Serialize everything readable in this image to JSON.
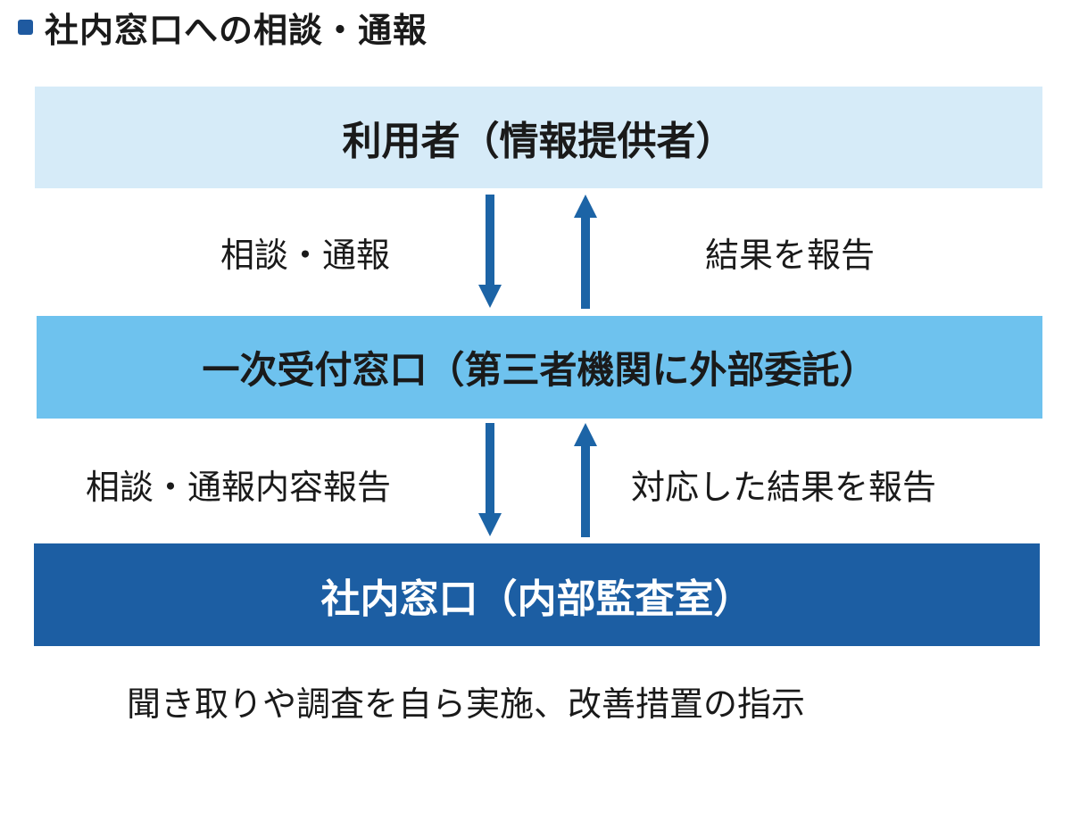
{
  "title": "社内窓口への相談・通報",
  "boxes": {
    "top": "利用者（情報提供者）",
    "middle": "一次受付窓口（第三者機関に外部委託）",
    "bottom": "社内窓口（内部監査室）"
  },
  "labels": {
    "top_to_middle": "相談・通報",
    "middle_to_top": "結果を報告",
    "middle_to_bottom": "相談・通報内容報告",
    "bottom_to_middle": "対応した結果を報告"
  },
  "footer": "聞き取りや調査を自ら実施、改善措置の指示",
  "colors": {
    "bullet": "#1f5aa0",
    "box_top": "#d6ebf8",
    "box_middle": "#6ec2ee",
    "box_bottom": "#1c5ea3",
    "arrow": "#1c64a6"
  }
}
